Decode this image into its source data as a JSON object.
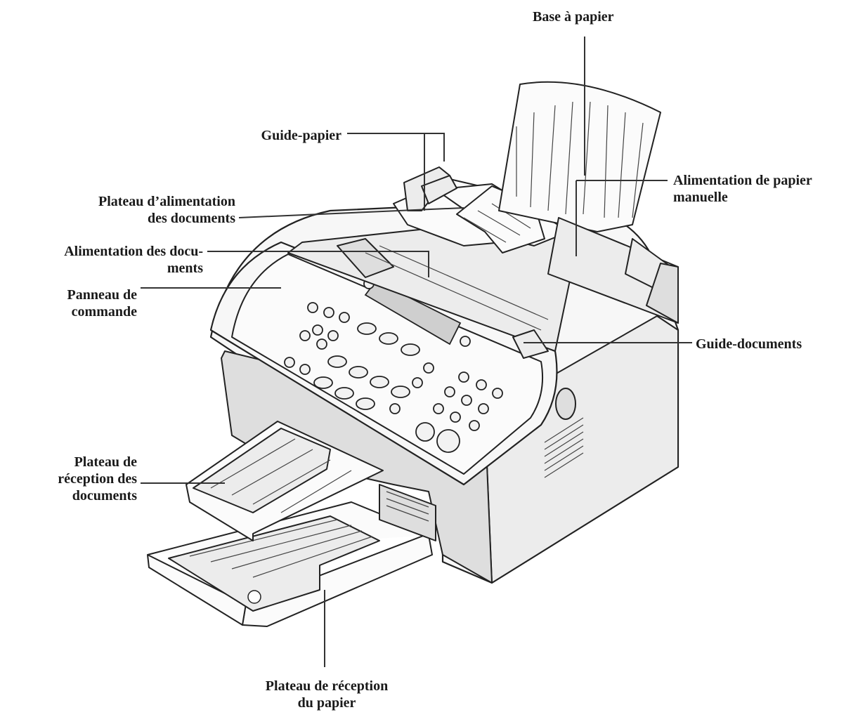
{
  "labels": {
    "base_papier": "Base à papier",
    "guide_papier": "Guide-papier",
    "alimentation_papier_manuelle": [
      "Alimentation de papier",
      "manuelle"
    ],
    "plateau_alimentation_documents": [
      "Plateau d’alimentation",
      "des documents"
    ],
    "alimentation_documents": [
      "Alimentation des docu-",
      "ments"
    ],
    "panneau_commande": [
      "Panneau de",
      "commande"
    ],
    "guide_documents": "Guide-documents",
    "plateau_reception_documents": [
      "Plateau de",
      "réception des",
      "documents"
    ],
    "plateau_reception_papier": [
      "Plateau de réception",
      "du papier"
    ]
  },
  "colors": {
    "line": "#333333",
    "outline": "#222222",
    "fill": "#f7f7f7"
  }
}
